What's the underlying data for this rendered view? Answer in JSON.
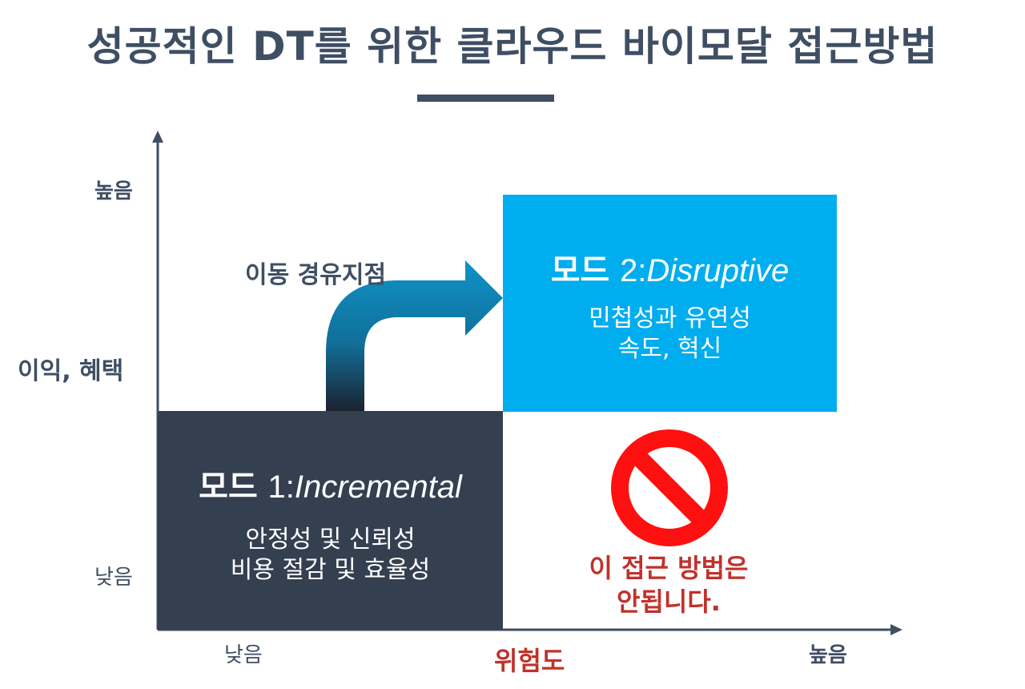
{
  "title": "성공적인 DT를 위한 클라우드 바이모달 접근방법",
  "y_axis": {
    "high": "높음",
    "label": "이익, 혜택",
    "low": "낮음"
  },
  "x_axis": {
    "low": "낮음",
    "label": "위험도",
    "high": "높음"
  },
  "mode1": {
    "prefix": "모드",
    "number": "1:",
    "name": "Incremental",
    "lines": [
      "안정성 및 신뢰성",
      "비용 절감 및 효율성"
    ],
    "color": "#343f50"
  },
  "mode2": {
    "prefix": "모드",
    "number": "2:",
    "name": "Disruptive",
    "lines": [
      "민첩성과 유연성",
      "속도, 혁신"
    ],
    "color": "#00adee"
  },
  "transition_label": "이동 경유지점",
  "warning": {
    "icon": "prohibited-icon",
    "lines": [
      "이 접근 방법은",
      "안됩니다."
    ],
    "color": "#c0322a"
  },
  "colors": {
    "title": "#3f4e63",
    "arrow_top": "#0e93c9",
    "arrow_bottom": "#1c2230"
  }
}
